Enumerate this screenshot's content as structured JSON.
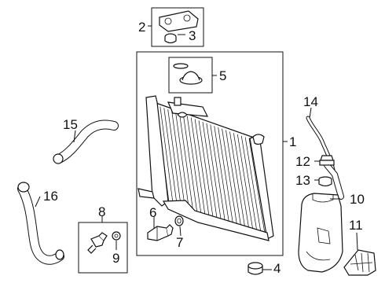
{
  "callouts": {
    "1": "1",
    "2": "2",
    "3": "3",
    "4": "4",
    "5": "5",
    "6": "6",
    "7": "7",
    "8": "8",
    "9": "9",
    "10": "10",
    "11": "11",
    "12": "12",
    "13": "13",
    "14": "14",
    "15": "15",
    "16": "16"
  }
}
